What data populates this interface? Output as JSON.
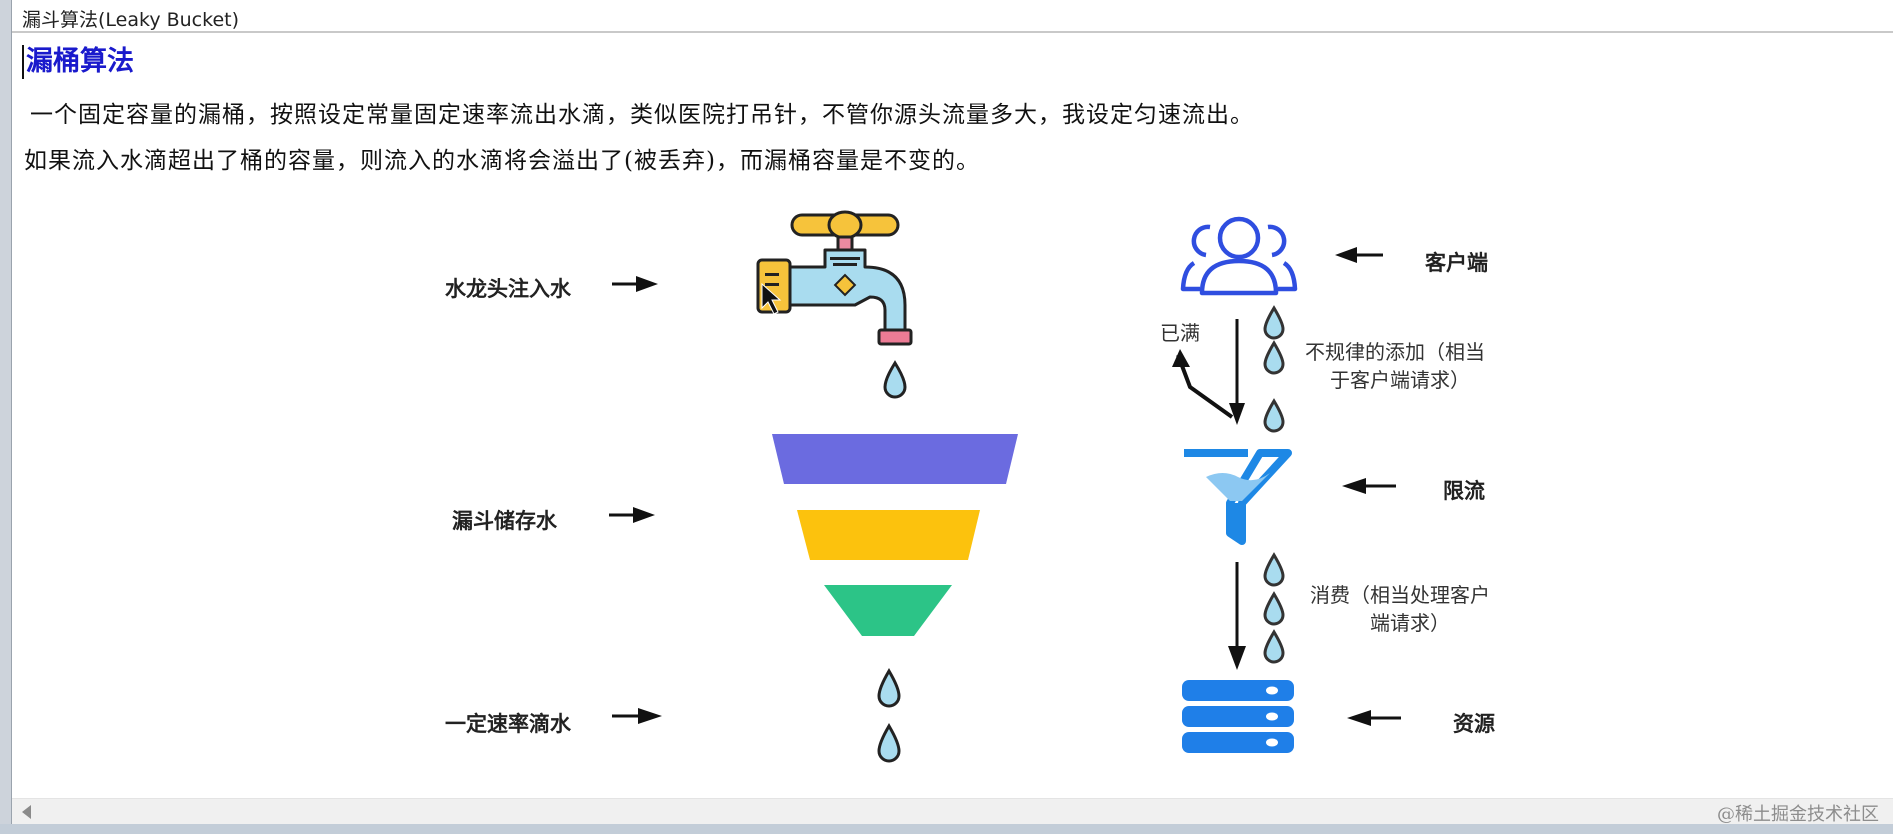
{
  "window": {
    "title": "漏斗算法(Leaky Bucket)"
  },
  "document": {
    "heading": "漏桶算法",
    "paragraphs": [
      "一个固定容量的漏桶，按照设定常量固定速率流出水滴，类似医院打吊针，不管你源头流量多大，我设定匀速流出。",
      "如果流入水滴超出了桶的容量，则流入的水滴将会溢出了(被丢弃)，而漏桶容量是不变的。"
    ]
  },
  "left_diagram": {
    "labels": {
      "faucet": "水龙头注入水",
      "funnel": "漏斗储存水",
      "drip": "一定速率滴水"
    },
    "funnel_colors": [
      "#6b6be0",
      "#fcc20d",
      "#2cc487"
    ],
    "icons": [
      "faucet-icon",
      "water-drop-icon",
      "funnel-bars-icon"
    ]
  },
  "right_diagram": {
    "labels": {
      "client": "客户端",
      "limit": "限流",
      "resource": "资源"
    },
    "notes": {
      "full": "已满",
      "irregular_line1": "不规律的添加（相当",
      "irregular_line2": "于客户端请求）",
      "consume_line1": "消费（相当处理客户",
      "consume_line2": "端请求）"
    },
    "icon_color": "#2f4ee0",
    "funnel_color": "#1e88e5",
    "server_color": "#1f7fe8",
    "icons": [
      "users-icon",
      "funnel-icon",
      "server-icon"
    ]
  },
  "footer": {
    "watermark": "@稀土掘金技术社区"
  }
}
